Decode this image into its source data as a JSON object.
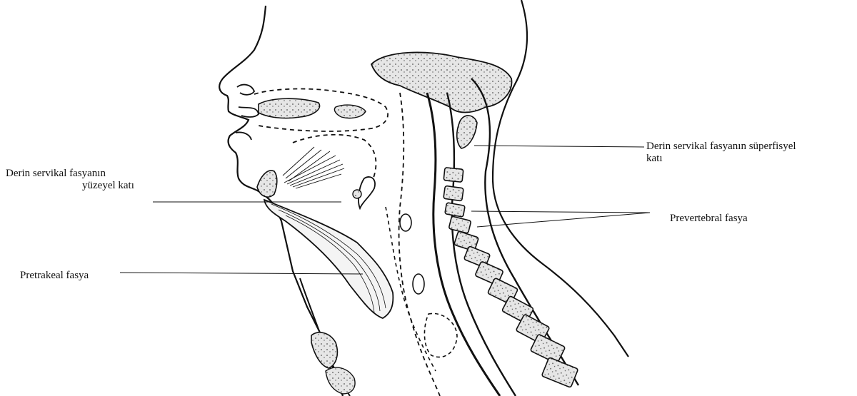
{
  "labels": {
    "superficial_layer_line1": "Derin servikal fasyanın süperfisyel",
    "superficial_layer_line2": "katı",
    "surface_layer_line1": "Derin servikal fasyanın",
    "surface_layer_line2": "yüzeyel katı",
    "prevertebral": "Prevertebral fasya",
    "pretracheal": "Pretrakeal fasya"
  },
  "colors": {
    "ink": "#111111",
    "bone_fill": "#e6e6e6",
    "background": "#ffffff"
  }
}
